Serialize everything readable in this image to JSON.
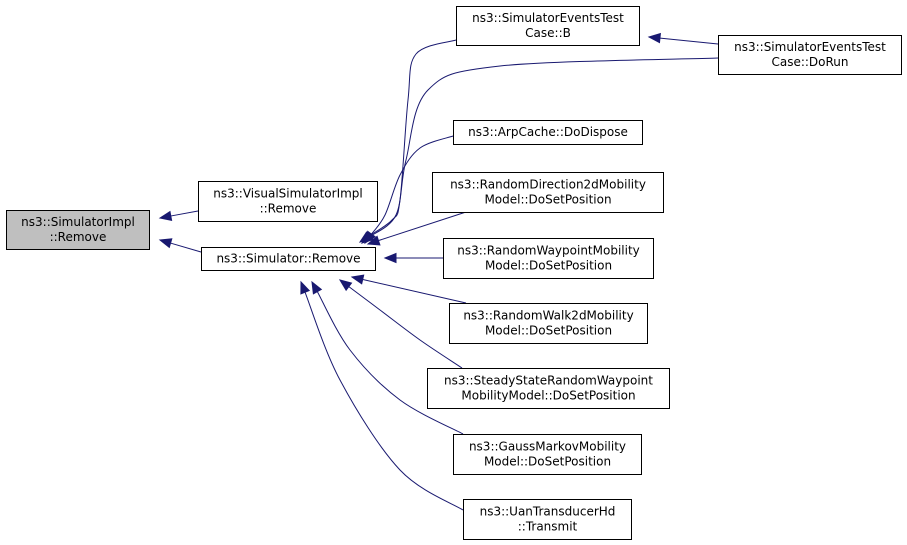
{
  "diagram": {
    "nodes": [
      {
        "id": "simimpl_remove",
        "lines": [
          "ns3::SimulatorImpl",
          "::Remove"
        ],
        "highlight": true
      },
      {
        "id": "visual_remove",
        "lines": [
          "ns3::VisualSimulatorImpl",
          "::Remove"
        ],
        "highlight": false
      },
      {
        "id": "sim_remove",
        "lines": [
          "ns3::Simulator::Remove"
        ],
        "highlight": false
      },
      {
        "id": "events_b",
        "lines": [
          "ns3::SimulatorEventsTest",
          "Case::B"
        ],
        "highlight": false
      },
      {
        "id": "events_dorun",
        "lines": [
          "ns3::SimulatorEventsTest",
          "Case::DoRun"
        ],
        "highlight": false
      },
      {
        "id": "arp_dispose",
        "lines": [
          "ns3::ArpCache::DoDispose"
        ],
        "highlight": false
      },
      {
        "id": "randdir",
        "lines": [
          "ns3::RandomDirection2dMobility",
          "Model::DoSetPosition"
        ],
        "highlight": false
      },
      {
        "id": "randwp",
        "lines": [
          "ns3::RandomWaypointMobility",
          "Model::DoSetPosition"
        ],
        "highlight": false
      },
      {
        "id": "randwalk",
        "lines": [
          "ns3::RandomWalk2dMobility",
          "Model::DoSetPosition"
        ],
        "highlight": false
      },
      {
        "id": "steady",
        "lines": [
          "ns3::SteadyStateRandomWaypoint",
          "MobilityModel::DoSetPosition"
        ],
        "highlight": false
      },
      {
        "id": "gauss",
        "lines": [
          "ns3::GaussMarkovMobility",
          "Model::DoSetPosition"
        ],
        "highlight": false
      },
      {
        "id": "uan",
        "lines": [
          "ns3::UanTransducerHd",
          "::Transmit"
        ],
        "highlight": false
      }
    ],
    "edges": [
      {
        "from": "visual_remove",
        "to": "simimpl_remove"
      },
      {
        "from": "sim_remove",
        "to": "simimpl_remove"
      },
      {
        "from": "events_dorun",
        "to": "events_b"
      },
      {
        "from": "events_b",
        "to": "sim_remove"
      },
      {
        "from": "events_dorun",
        "to": "sim_remove"
      },
      {
        "from": "arp_dispose",
        "to": "sim_remove"
      },
      {
        "from": "randdir",
        "to": "sim_remove"
      },
      {
        "from": "randwp",
        "to": "sim_remove"
      },
      {
        "from": "randwalk",
        "to": "sim_remove"
      },
      {
        "from": "steady",
        "to": "sim_remove"
      },
      {
        "from": "gauss",
        "to": "sim_remove"
      },
      {
        "from": "uan",
        "to": "sim_remove"
      }
    ],
    "colors": {
      "edge": "#191970",
      "highlight_fill": "#bfbfbf",
      "border": "#000000"
    }
  }
}
